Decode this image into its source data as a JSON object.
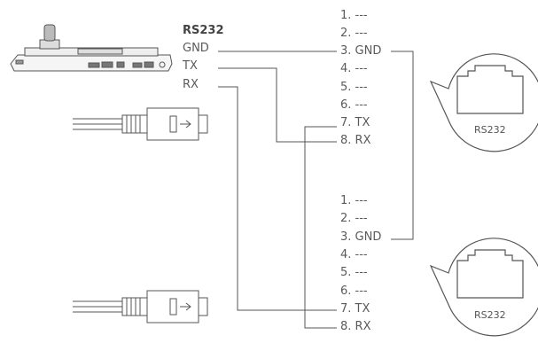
{
  "controller": {
    "port_title": "RS232",
    "signals": [
      "GND",
      "TX",
      "RX"
    ]
  },
  "upper_pinout": {
    "pins": [
      "1. ---",
      "2. ---",
      "3. GND",
      "4. ---",
      "5. ---",
      "6. ---",
      "7. TX",
      "8. RX"
    ],
    "port_label": "RS232"
  },
  "lower_pinout": {
    "pins": [
      "1. ---",
      "2. ---",
      "3. GND",
      "4. ---",
      "5. ---",
      "6. ---",
      "7. TX",
      "8. RX"
    ],
    "port_label": "RS232"
  },
  "colors": {
    "line": "#555555",
    "text": "#5a5a5a"
  }
}
